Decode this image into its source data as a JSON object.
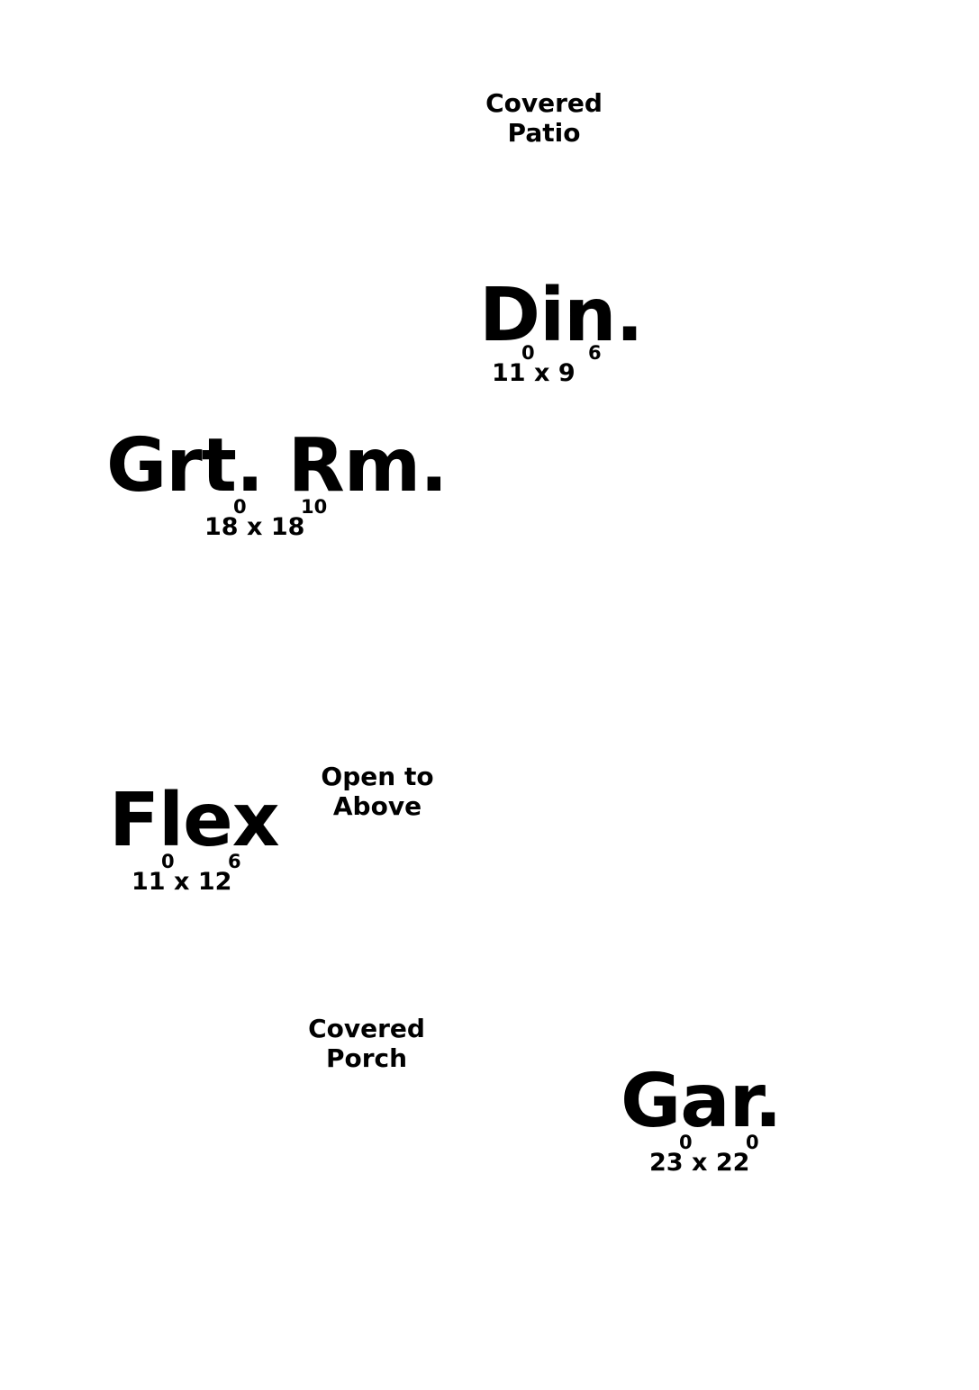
{
  "plan": {
    "covered_patio": {
      "line1": "Covered",
      "line2": "Patio"
    },
    "dining": {
      "name": "Din.",
      "dim": {
        "a": "11",
        "x": "x",
        "b": "9",
        "a_sup": "0",
        "b_sup": "6"
      }
    },
    "great_room": {
      "name": "Grt. Rm.",
      "dim": {
        "a": "18",
        "x": "x",
        "b": "18",
        "a_sup": "0",
        "b_sup": "10"
      }
    },
    "flex": {
      "name": "Flex",
      "dim": {
        "a": "11",
        "x": "x",
        "b": "12",
        "a_sup": "0",
        "b_sup": "6"
      }
    },
    "open_to_above": {
      "line1": "Open to",
      "line2": "Above"
    },
    "covered_porch": {
      "line1": "Covered",
      "line2": "Porch"
    },
    "garage": {
      "name": "Gar.",
      "dim": {
        "a": "23",
        "x": "x",
        "b": "22",
        "a_sup": "0",
        "b_sup": "0"
      }
    }
  }
}
